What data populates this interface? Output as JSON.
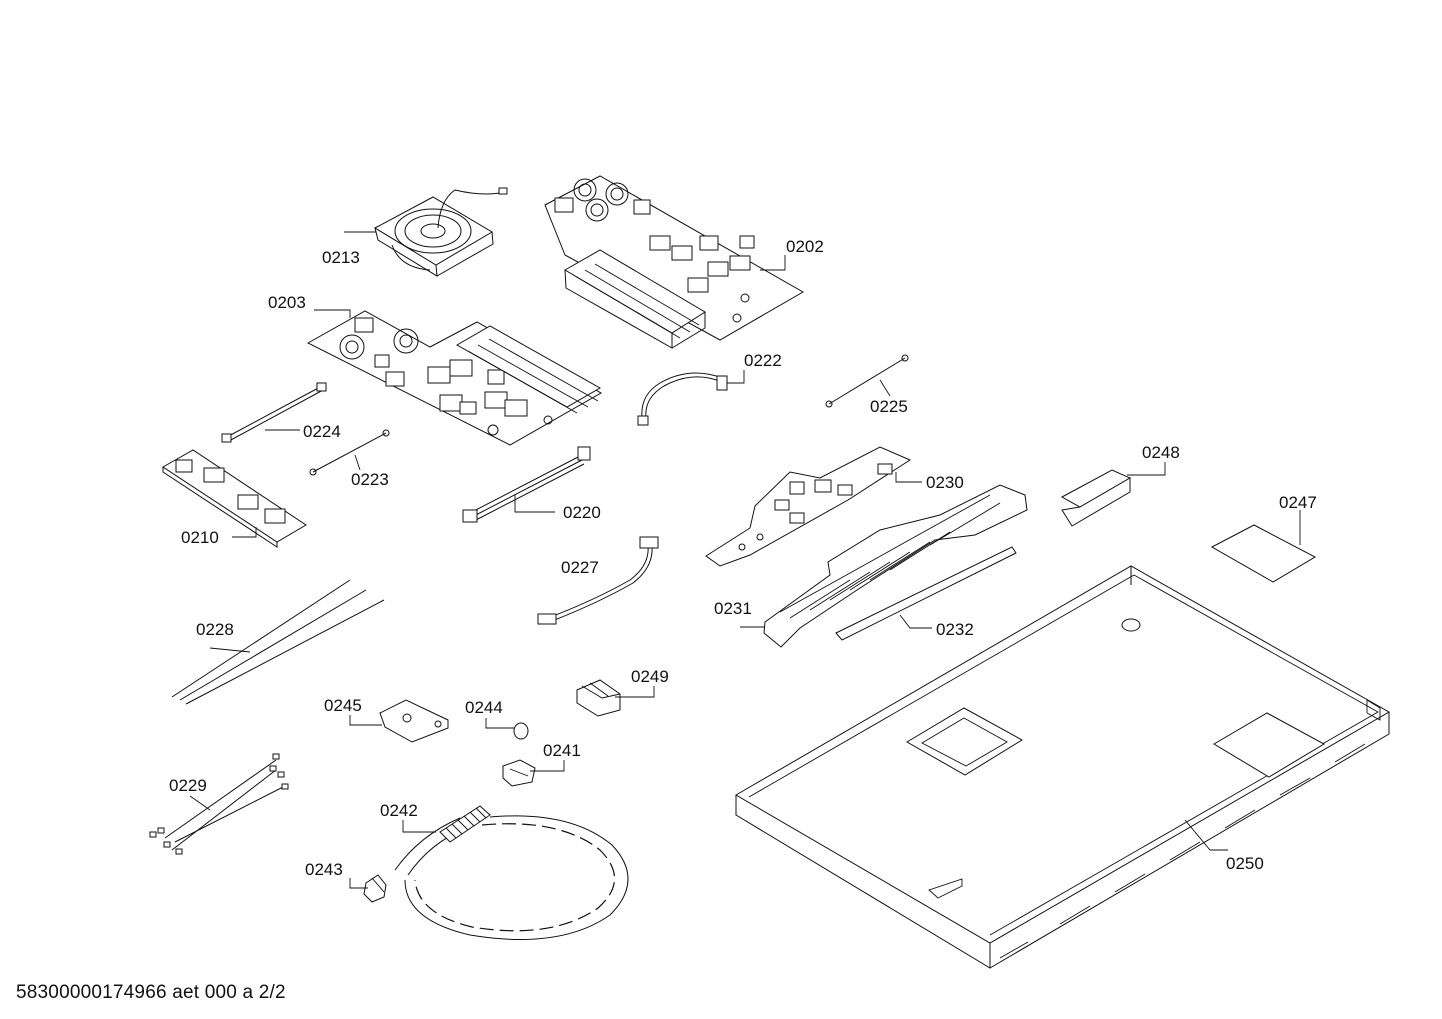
{
  "labels": {
    "p0213": "0213",
    "p0202": "0202",
    "p0203": "0203",
    "p0222": "0222",
    "p0225": "0225",
    "p0224": "0224",
    "p0223": "0223",
    "p0220": "0220",
    "p0210": "0210",
    "p0230": "0230",
    "p0248": "0248",
    "p0247": "0247",
    "p0227": "0227",
    "p0231": "0231",
    "p0232": "0232",
    "p0228": "0228",
    "p0249": "0249",
    "p0245": "0245",
    "p0244": "0244",
    "p0241": "0241",
    "p0229": "0229",
    "p0242": "0242",
    "p0250": "0250",
    "p0243": "0243"
  },
  "footer": {
    "text": "58300000174966 aet 000 a 2/2"
  }
}
